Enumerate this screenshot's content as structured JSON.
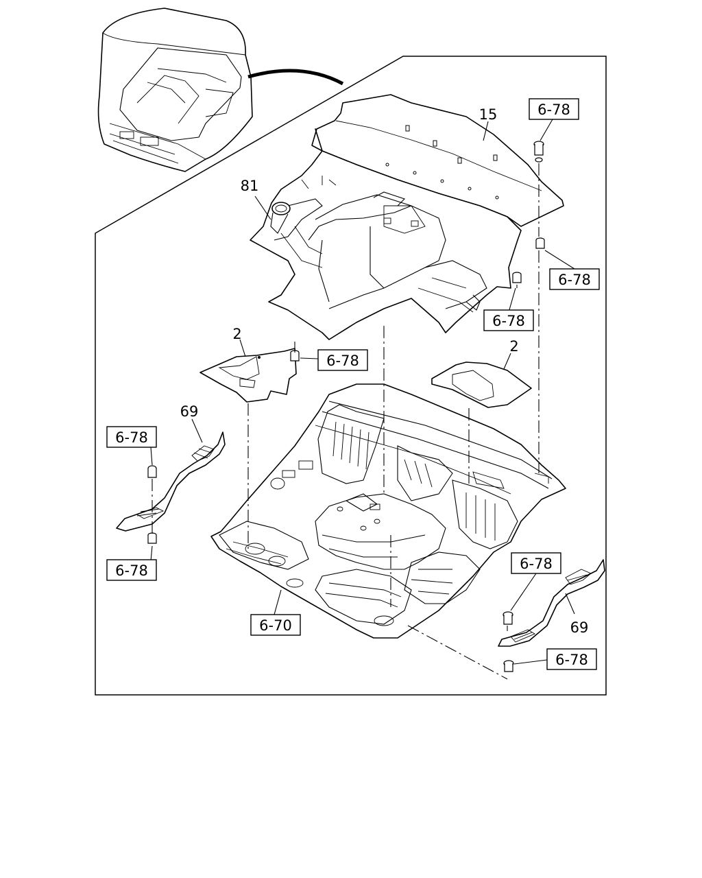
{
  "callouts": {
    "c1": "6-78",
    "c2": "6-78",
    "c3": "6-78",
    "c4": "6-78",
    "c5": "6-78",
    "c6": "6-78",
    "c7": "6-78",
    "c8": "6-78",
    "c9": "6-70"
  },
  "part_numbers": {
    "p15": "15",
    "p81": "81",
    "p2a": "2",
    "p2b": "2",
    "p69a": "69",
    "p69b": "69"
  }
}
